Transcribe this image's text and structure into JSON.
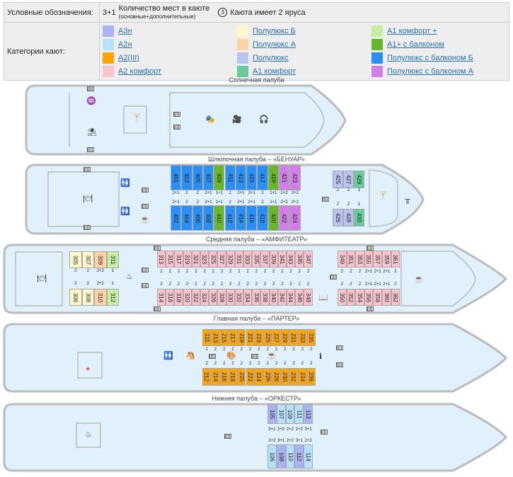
{
  "legend": {
    "symbols_label": "Условные обозначения:",
    "cap_sample": "3+1",
    "cap_text": "Количество мест в каюте",
    "cap_sub": "(основные+дополнительные)",
    "tier_sample": "3",
    "tier_text": "Каюта имеет 2 яруса",
    "categories_label": "Категории кают:",
    "categories": [
      {
        "key": "a3n",
        "label": "А3н",
        "color": "#aab4f5"
      },
      {
        "key": "plb",
        "label": "Полулюкс Б",
        "color": "#fff8cc"
      },
      {
        "key": "a1kp",
        "label": "А1 комфорт +",
        "color": "#c6eda0"
      },
      {
        "key": "a2n",
        "label": "А2н",
        "color": "#b5e2fb"
      },
      {
        "key": "pla",
        "label": "Полулюкс А",
        "color": "#fdd3a6"
      },
      {
        "key": "a1b",
        "label": "А1+ с балконом",
        "color": "#66b82a"
      },
      {
        "key": "a2iii",
        "label": "А2(III)",
        "color": "#ffa500"
      },
      {
        "key": "pl",
        "label": "Полулюкс",
        "color": "#b9c3f2"
      },
      {
        "key": "plbb",
        "label": "Полулюкс с балконом Б",
        "color": "#2a90f5"
      },
      {
        "key": "a2k",
        "label": "А2 комфорт",
        "color": "#fbc3cb"
      },
      {
        "key": "a1k",
        "label": "А1 комфорт",
        "color": "#66cc99"
      },
      {
        "key": "plba",
        "label": "Полулюкс с балконом А",
        "color": "#d07ee8"
      }
    ]
  },
  "decks": [
    {
      "id": "sun",
      "title": "Солнечная палуба",
      "rows": []
    },
    {
      "id": "boat",
      "title": "Шлюпочная палуба – «БЕНУАР»",
      "rows": [
        {
          "cabins": [
            [
              "401",
              "plbb",
              "2+1"
            ],
            [
              "403",
              "plbb",
              "2"
            ],
            [
              "405",
              "plbb",
              "2"
            ],
            [
              "407",
              "plbb",
              "2+1"
            ],
            [
              "409",
              "a1b",
              "1+1"
            ],
            [
              "411",
              "plbb",
              "2"
            ],
            [
              "413",
              "plbb",
              "2+1"
            ],
            [
              "415",
              "plbb",
              "2+1"
            ],
            [
              "417",
              "plbb",
              "2"
            ],
            [
              "419",
              "a1b",
              "1+1"
            ],
            [
              "421",
              "plba",
              "2+2"
            ],
            [
              "423",
              "plba",
              "2+2"
            ]
          ]
        },
        {
          "cabins": [
            [
              "402",
              "plbb",
              "2+1"
            ],
            [
              "404",
              "plbb",
              "2"
            ],
            [
              "406",
              "plbb",
              "2"
            ],
            [
              "408",
              "plbb",
              "2+1"
            ],
            [
              "410",
              "a1b",
              "1+1"
            ],
            [
              "412",
              "plbb",
              "2"
            ],
            [
              "414",
              "plbb",
              "2+1"
            ],
            [
              "416",
              "plbb",
              "2+1"
            ],
            [
              "418",
              "plbb",
              "2"
            ],
            [
              "420",
              "a1b",
              "1+1"
            ],
            [
              "422",
              "plba",
              "2+2"
            ],
            [
              "424",
              "plba",
              "2+2"
            ]
          ]
        },
        {
          "cabins": [
            [
              "425",
              "pl",
              "2"
            ],
            [
              "427",
              "pl",
              "2"
            ],
            [
              "429",
              "a1k",
              "1"
            ]
          ]
        },
        {
          "cabins": [
            [
              "426",
              "pl",
              "2"
            ],
            [
              "428",
              "pl",
              "2"
            ],
            [
              "430",
              "a1k",
              "1"
            ]
          ]
        }
      ]
    },
    {
      "id": "middle",
      "title": "Средняя палуба – «АМФИТЕАТР»",
      "rows": [
        {
          "cabins": [
            [
              "305",
              "plb",
              "2"
            ],
            [
              "307",
              "plb",
              "2"
            ],
            [
              "309",
              "pla",
              "2+2"
            ],
            [
              "311",
              "a1kp",
              "1"
            ]
          ]
        },
        {
          "cabins": [
            [
              "306",
              "plb",
              "2"
            ],
            [
              "308",
              "plb",
              "2"
            ],
            [
              "310",
              "pla",
              "2+2"
            ],
            [
              "312",
              "a1kp",
              "1"
            ]
          ]
        },
        {
          "cabins": [
            [
              "313",
              "a2k",
              "2"
            ],
            [
              "315",
              "a2k",
              "2"
            ],
            [
              "317",
              "a2k",
              "2"
            ],
            [
              "319",
              "a2k",
              "2"
            ],
            [
              "321",
              "a2k",
              "2"
            ],
            [
              "323",
              "a2k",
              "2"
            ],
            [
              "325",
              "a2k",
              "2"
            ],
            [
              "327",
              "a2k",
              "2"
            ],
            [
              "329",
              "a2k",
              "2"
            ],
            [
              "331",
              "a2k",
              "2"
            ],
            [
              "333",
              "a2k",
              "2"
            ],
            [
              "335",
              "a2k",
              "2"
            ],
            [
              "337",
              "a2k",
              "2"
            ],
            [
              "339",
              "a2k",
              "2"
            ],
            [
              "341",
              "a2k",
              "2"
            ],
            [
              "343",
              "a2k",
              "2"
            ],
            [
              "345",
              "a2k",
              "2"
            ],
            [
              "347",
              "a2k",
              "2"
            ]
          ]
        },
        {
          "cabins": [
            [
              "314",
              "a2k",
              "2"
            ],
            [
              "316",
              "a2k",
              "2"
            ],
            [
              "318",
              "a2k",
              "2"
            ],
            [
              "320",
              "a2k",
              "2"
            ],
            [
              "322",
              "a2k",
              "2"
            ],
            [
              "324",
              "a2k",
              "2"
            ],
            [
              "326",
              "a2k",
              "2"
            ],
            [
              "328",
              "a2k",
              "2"
            ],
            [
              "330",
              "a2k",
              "2"
            ],
            [
              "332",
              "a2k",
              "2"
            ],
            [
              "334",
              "a2k",
              "2"
            ],
            [
              "336",
              "a2k",
              "2"
            ],
            [
              "338",
              "a2k",
              "2"
            ],
            [
              "340",
              "a2k",
              "2"
            ],
            [
              "342",
              "a2k",
              "2"
            ],
            [
              "344",
              "a2k",
              "2"
            ],
            [
              "346",
              "a2k",
              "2"
            ],
            [
              "348",
              "a2k",
              "2"
            ]
          ]
        },
        {
          "cabins": [
            [
              "349",
              "a2k",
              "2"
            ],
            [
              "351",
              "a2k",
              "2"
            ],
            [
              "353",
              "a2k",
              "2"
            ],
            [
              "355",
              "a2k",
              "2+1"
            ],
            [
              "357",
              "a2k",
              "2+1"
            ],
            [
              "359",
              "a2k",
              "2+1"
            ],
            [
              "361",
              "a2k",
              "2"
            ]
          ]
        },
        {
          "cabins": [
            [
              "350",
              "a2k",
              "2"
            ],
            [
              "352",
              "a2k",
              "2"
            ],
            [
              "354",
              "a2k",
              "2"
            ],
            [
              "356",
              "a2k",
              "2+1"
            ],
            [
              "358",
              "a2k",
              "2+1"
            ],
            [
              "360",
              "a2k",
              "2+1"
            ],
            [
              "362",
              "a2k",
              "2"
            ]
          ]
        }
      ]
    },
    {
      "id": "main",
      "title": "Главная палуба – «ПАРТЕР»",
      "rows": [
        {
          "cabins": [
            [
              "211",
              "a2iii",
              "2"
            ],
            [
              "213",
              "a2iii",
              "2"
            ],
            [
              "215",
              "a2iii",
              "2"
            ],
            [
              "217",
              "a2iii",
              "2"
            ],
            [
              "219",
              "a2iii",
              "2"
            ],
            [
              "221",
              "a2iii",
              "2"
            ],
            [
              "223",
              "a2iii",
              "2"
            ],
            [
              "225",
              "a2iii",
              "2"
            ],
            [
              "227",
              "a2iii",
              "2"
            ],
            [
              "229",
              "a2iii",
              "2"
            ],
            [
              "231",
              "a2iii",
              "2"
            ],
            [
              "233",
              "a2iii",
              "2"
            ],
            [
              "235",
              "a2iii",
              "2"
            ]
          ]
        },
        {
          "cabins": [
            [
              "212",
              "a2iii",
              "2"
            ],
            [
              "214",
              "a2iii",
              "2"
            ],
            [
              "216",
              "a2iii",
              "2"
            ],
            [
              "218",
              "a2iii",
              "2"
            ],
            [
              "220",
              "a2iii",
              "2"
            ],
            [
              "222",
              "a2iii",
              "2"
            ],
            [
              "224",
              "a2iii",
              "2"
            ],
            [
              "226",
              "a2iii",
              "2"
            ],
            [
              "228",
              "a2iii",
              "2"
            ],
            [
              "230",
              "a2iii",
              "2"
            ],
            [
              "232",
              "a2iii",
              "2"
            ],
            [
              "234",
              "a2iii",
              "2"
            ],
            [
              "236",
              "a2iii",
              "2"
            ]
          ]
        }
      ]
    },
    {
      "id": "lower",
      "title": "Нижняя палуба – «ОРКЕСТР»",
      "rows": [
        {
          "cabins": [
            [
              "105",
              "a3n",
              "3+1"
            ],
            [
              "107",
              "a2n",
              "2+2"
            ],
            [
              "109",
              "a2n",
              "2+2"
            ],
            [
              "111",
              "a2n",
              "2+2"
            ],
            [
              "113",
              "a3n",
              "3+1"
            ]
          ]
        },
        {
          "cabins": [
            [
              "106",
              "a2n",
              "2+2"
            ],
            [
              "108",
              "a3n",
              "3+1"
            ],
            [
              "110",
              "a2n",
              "2+2"
            ],
            [
              "112",
              "a3n",
              "3+1"
            ],
            [
              "114",
              "a2n",
              "2+2"
            ]
          ]
        }
      ]
    }
  ]
}
